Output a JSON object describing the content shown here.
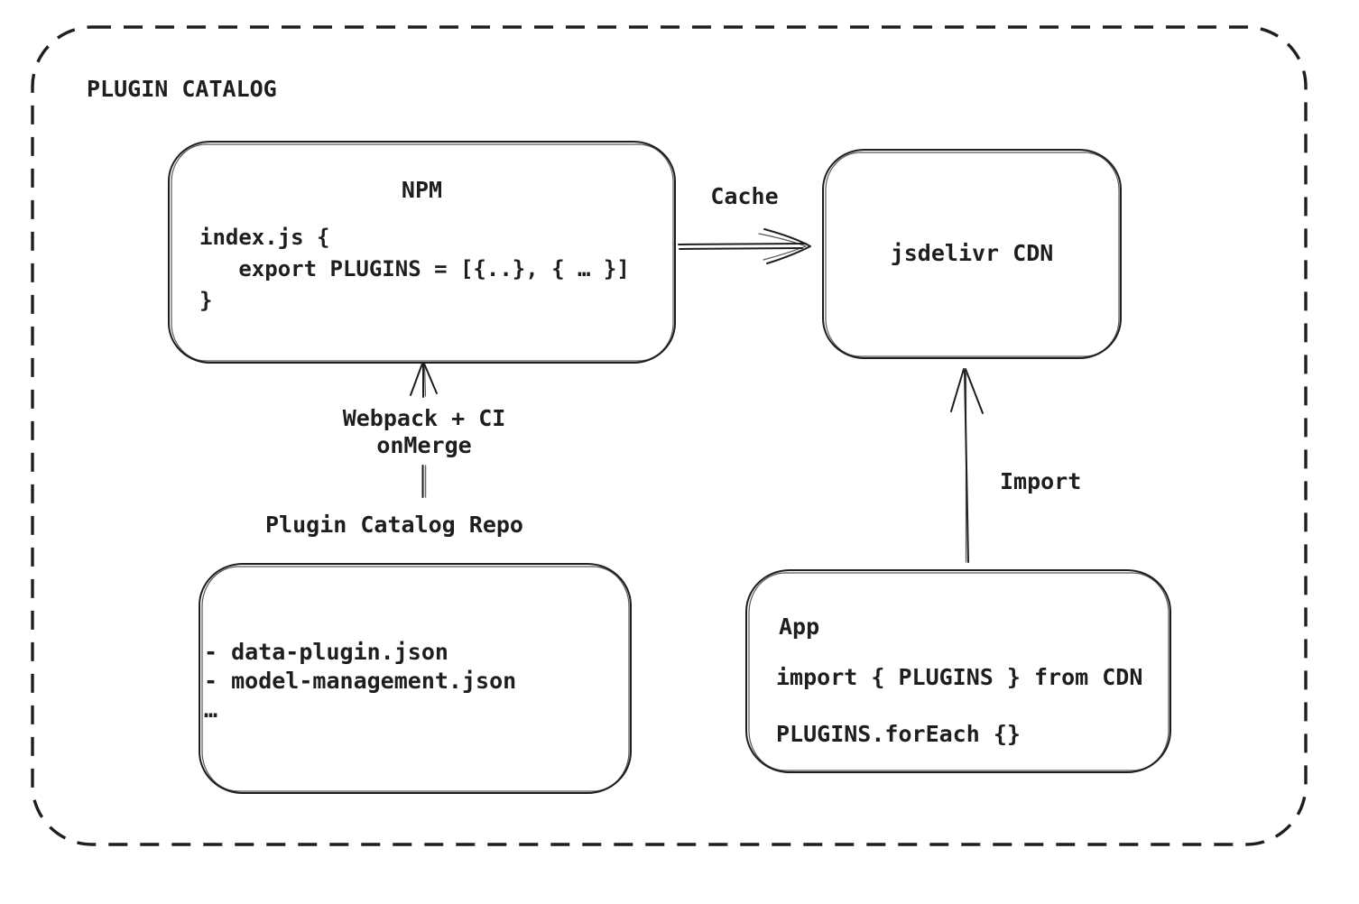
{
  "canvas": {
    "background_color": "#ffffff",
    "ink_color": "#1e1e1e"
  },
  "diagram": {
    "title": "PLUGIN CATALOG",
    "nodes": {
      "npm": {
        "title": "NPM",
        "code": [
          "index.js {",
          "   export PLUGINS = [{..}, { … }]",
          "}"
        ]
      },
      "cdn": {
        "title": "jsdelivr CDN"
      },
      "repo": {
        "title": "Plugin Catalog Repo",
        "files": [
          "- data-plugin.json",
          "- model-management.json",
          "…"
        ]
      },
      "app": {
        "title": "App",
        "code": [
          "import { PLUGINS } from CDN",
          "PLUGINS.forEach {}"
        ]
      }
    },
    "edges": {
      "cache": {
        "label": "Cache",
        "from": "NPM",
        "to": "jsdelivr CDN"
      },
      "build": {
        "label": [
          "Webpack + CI",
          "onMerge"
        ],
        "from": "Plugin Catalog Repo",
        "to": "NPM"
      },
      "import": {
        "label": "Import",
        "from": "App",
        "to": "jsdelivr CDN"
      }
    }
  }
}
